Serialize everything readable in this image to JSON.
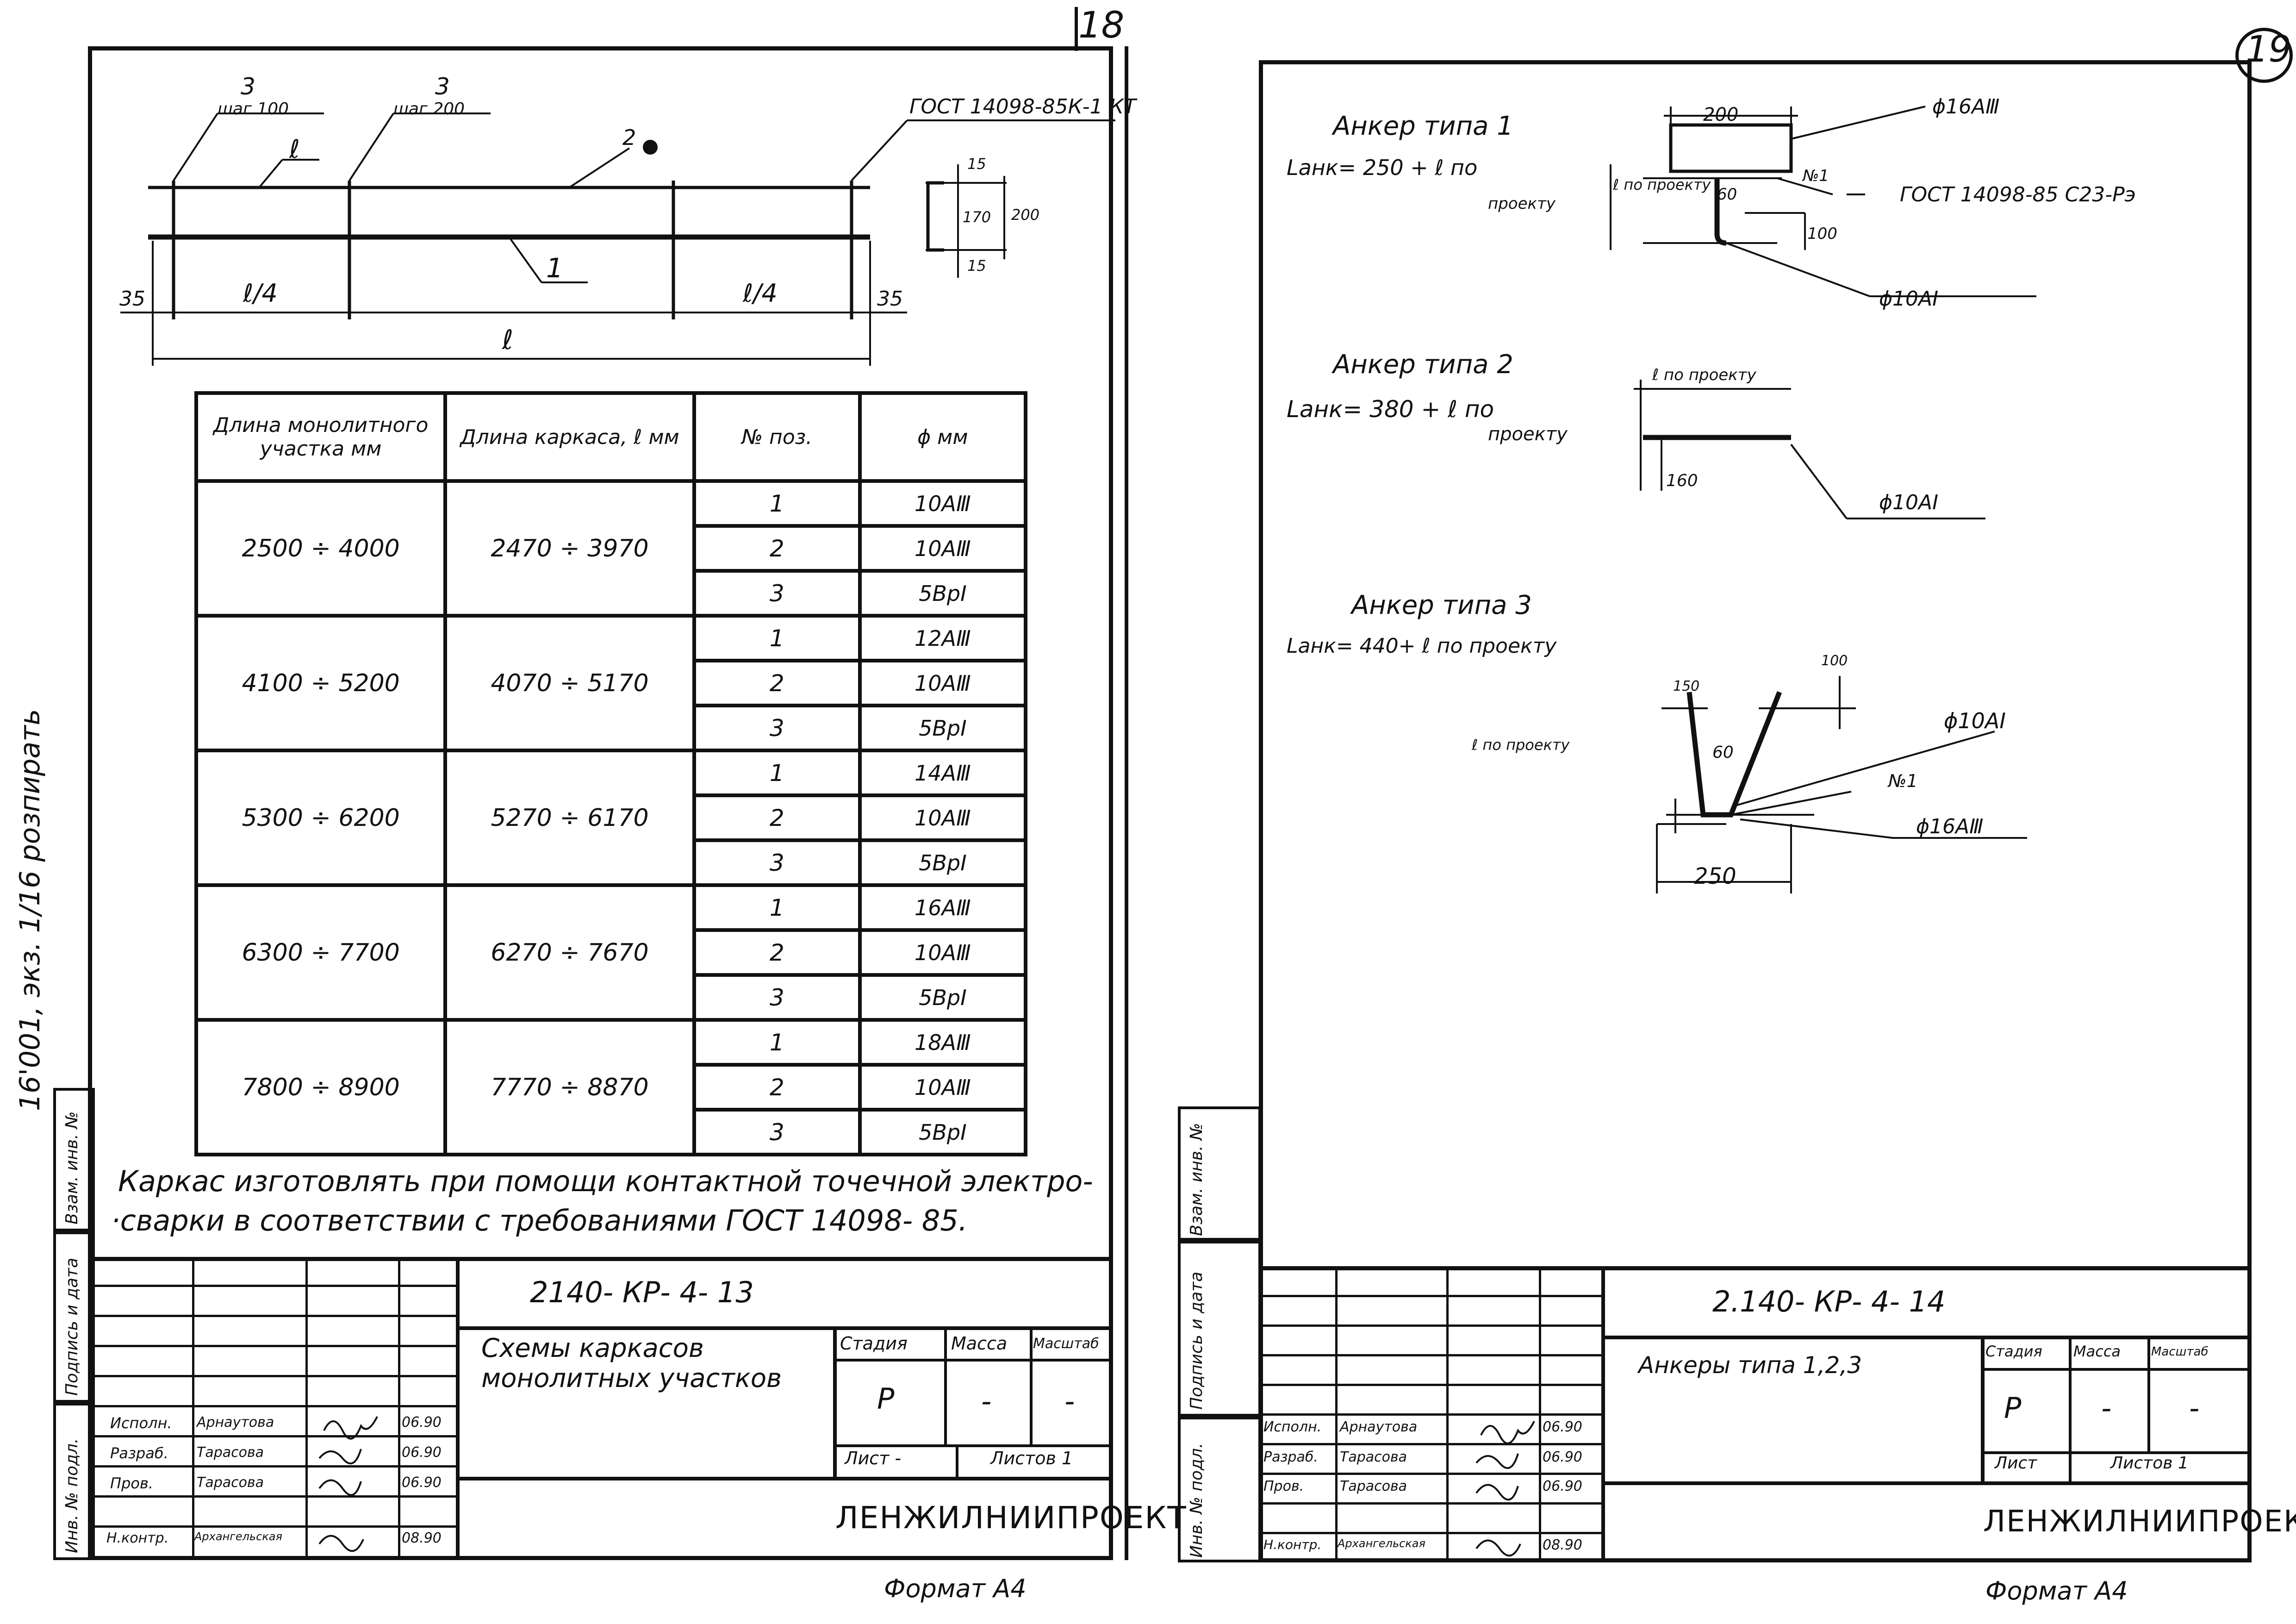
{
  "page_numbers": {
    "left": "18",
    "right": "19"
  },
  "left_sheet": {
    "drawing": {
      "dim_3_a": "3",
      "step_100": "шаг 100",
      "dim_3_b": "3",
      "step_200": "шаг 200",
      "label_l_top": "ℓ",
      "pos_2": "2",
      "gost_ref": "ГОСТ 14098-85К-1 КТ",
      "pos_1": "1",
      "dim_35_left": "35",
      "dim_l4_left": "ℓ/4",
      "dim_l4_right": "ℓ/4",
      "dim_35_right": "35",
      "dim_l_total": "ℓ",
      "section_15_top": "15",
      "section_170": "170",
      "section_15_bottom": "15",
      "section_200": "200"
    },
    "table": {
      "headers": [
        "Длина монолитного участка мм",
        "Длина каркаса, ℓ мм",
        "№ поз.",
        "ϕ мм"
      ],
      "groups": [
        {
          "monolith": "2500 ÷ 4000",
          "frame": "2470 ÷ 3970",
          "rows": [
            {
              "pos": "1",
              "dia": "10AⅢ"
            },
            {
              "pos": "2",
              "dia": "10AⅢ"
            },
            {
              "pos": "3",
              "dia": "5BpⅠ"
            }
          ]
        },
        {
          "monolith": "4100 ÷ 5200",
          "frame": "4070 ÷ 5170",
          "rows": [
            {
              "pos": "1",
              "dia": "12AⅢ"
            },
            {
              "pos": "2",
              "dia": "10AⅢ"
            },
            {
              "pos": "3",
              "dia": "5BpⅠ"
            }
          ]
        },
        {
          "monolith": "5300 ÷ 6200",
          "frame": "5270 ÷ 6170",
          "rows": [
            {
              "pos": "1",
              "dia": "14AⅢ"
            },
            {
              "pos": "2",
              "dia": "10AⅢ"
            },
            {
              "pos": "3",
              "dia": "5BpⅠ"
            }
          ]
        },
        {
          "monolith": "6300 ÷ 7700",
          "frame": "6270 ÷ 7670",
          "rows": [
            {
              "pos": "1",
              "dia": "16AⅢ"
            },
            {
              "pos": "2",
              "dia": "10AⅢ"
            },
            {
              "pos": "3",
              "dia": "5BpⅠ"
            }
          ]
        },
        {
          "monolith": "7800 ÷ 8900",
          "frame": "7770 ÷ 8870",
          "rows": [
            {
              "pos": "1",
              "dia": "18AⅢ"
            },
            {
              "pos": "2",
              "dia": "10AⅢ"
            },
            {
              "pos": "3",
              "dia": "5BpⅠ"
            }
          ]
        }
      ]
    },
    "note_line1": "Каркас изготовлять при помощи контактной точечной электро-",
    "note_line2": "·сварки в соответствии с требованиями ГОСТ 14098- 85.",
    "title_block": {
      "doc_code": "2140- КР- 4- 13",
      "title_line1": "Схемы каркасов",
      "title_line2": "монолитных участков",
      "stage_header": "Стадия",
      "mass_header": "Масса",
      "scale_header": "Масштаб",
      "stage": "Р",
      "mass": "-",
      "scale": "-",
      "sheet_label": "Лист -",
      "sheets_label": "Листов 1",
      "org": "ЛЕНЖИЛНИИПРОЕКТ",
      "signatures": [
        {
          "role": "Исполн.",
          "name": "Арнаутова",
          "date": "06.90"
        },
        {
          "role": "Разраб.",
          "name": "Тарасова",
          "date": "06.90"
        },
        {
          "role": "Пров.",
          "name": "Тарасова",
          "date": "06.90"
        },
        {
          "role": "Н.контр.",
          "name": "Архангельская",
          "date": "08.90"
        }
      ]
    },
    "side_stamps": [
      "Инв. № подл.",
      "Подпись и дата",
      "Взам. инв. №"
    ],
    "margin_note": "16'001, экз. 1/16 розпирать",
    "format": "Формат А4"
  },
  "right_sheet": {
    "anchor1": {
      "title": "Анкер типа 1",
      "formula": "Lанк= 250 + ℓ по",
      "formula_2": "проекту",
      "dim_200": "200",
      "bar_dia": "ϕ16AⅢ",
      "pos": "№1",
      "gost": "ГОСТ 14098-85 С23-Рэ",
      "dim_60": "60",
      "dim_100": "100",
      "l_label": "ℓ по проекту",
      "anchor_dia": "ϕ10AⅠ"
    },
    "anchor2": {
      "title": "Анкер типа 2",
      "formula": "Lанк= 380 + ℓ по",
      "formula_2": "проекту",
      "l_label": "ℓ по проекту",
      "dim_160": "160",
      "anchor_dia": "ϕ10AⅠ"
    },
    "anchor3": {
      "title": "Анкер типа 3",
      "formula": "Lанк= 440+ ℓ по проекту",
      "dim_150": "150",
      "dim_100": "100",
      "anchor_dia": "ϕ10AⅠ",
      "dim_60": "60",
      "pos": "№1",
      "l_label": "ℓ по проекту",
      "bar_dia": "ϕ16AⅢ",
      "dim_250": "250"
    },
    "title_block": {
      "doc_code": "2.140- КР- 4- 14",
      "title_line1": "Анкеры типа 1,2,3",
      "stage_header": "Стадия",
      "mass_header": "Масса",
      "scale_header": "Масштаб",
      "stage": "Р",
      "mass": "-",
      "scale": "-",
      "sheet_label": "Лист",
      "sheets_label": "Листов 1",
      "org": "ЛЕНЖИЛНИИПРОЕКТ",
      "signatures": [
        {
          "role": "Исполн.",
          "name": "Арнаутова",
          "date": "06.90"
        },
        {
          "role": "Разраб.",
          "name": "Тарасова",
          "date": "06.90"
        },
        {
          "role": "Пров.",
          "name": "Тарасова",
          "date": "06.90"
        },
        {
          "role": "Н.контр.",
          "name": "Архангельская",
          "date": "08.90"
        }
      ]
    },
    "side_stamps": [
      "Инв. № подл.",
      "Подпись и дата",
      "Взам. инв. №"
    ],
    "format": "Формат А4"
  }
}
